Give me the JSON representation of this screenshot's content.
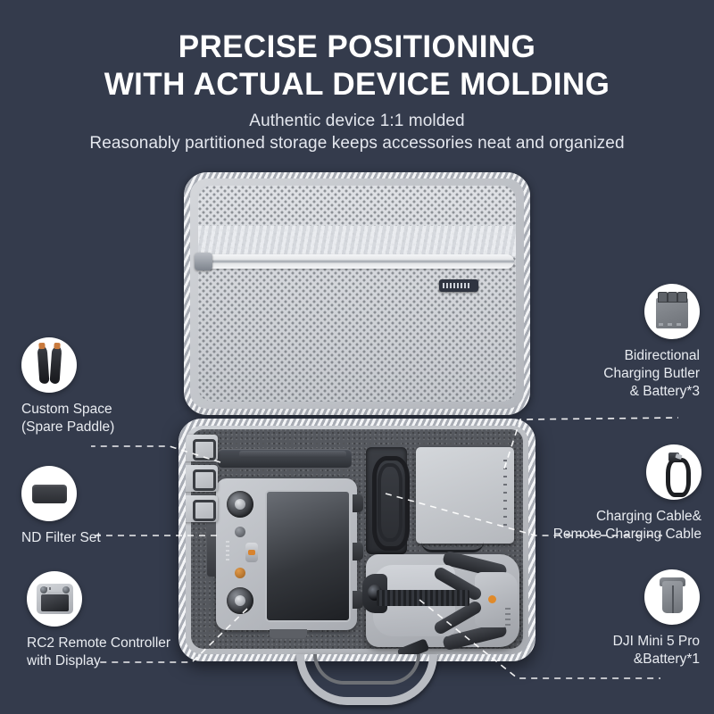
{
  "header": {
    "title_line1": "PRECISE POSITIONING",
    "title_line2": "WITH ACTUAL DEVICE MOLDING",
    "subtitle_line1": "Authentic device 1:1 molded",
    "subtitle_line2": "Reasonably partitioned storage keeps accessories neat and organized"
  },
  "theme": {
    "background": "#343b4c",
    "title_color": "#ffffff",
    "subtitle_color": "#e4e7ee",
    "callout_text_color": "#e9ecf1",
    "icon_circle_color": "#ffffff",
    "leader_line_color": "#ffffff"
  },
  "product": {
    "case_label_brand": "",
    "case_description": "Hard-shell carrying case, open, showing mesh lid pocket and foam-molded base compartment"
  },
  "callouts": {
    "left": [
      {
        "id": "custom-space-spare-paddle",
        "icon": "propeller-blades-icon",
        "label": "Custom Space\n(Spare Paddle)"
      },
      {
        "id": "nd-filter-set",
        "icon": "nd-filter-case-icon",
        "label": "ND Filter Set"
      },
      {
        "id": "rc2-remote-controller",
        "icon": "remote-controller-icon",
        "label": "RC2 Remote Controller\nwith Display"
      }
    ],
    "right": [
      {
        "id": "bidirectional-charging-butler",
        "icon": "charging-hub-icon",
        "label": "Bidirectional\nCharging Butler\n& Battery*3"
      },
      {
        "id": "charging-cable",
        "icon": "charging-cable-icon",
        "label": "Charging Cable&\nRemote Charging Cable"
      },
      {
        "id": "dji-mini-5-pro",
        "icon": "folded-drone-icon",
        "label": "DJI Mini 5 Pro\n&Battery*1"
      }
    ]
  }
}
